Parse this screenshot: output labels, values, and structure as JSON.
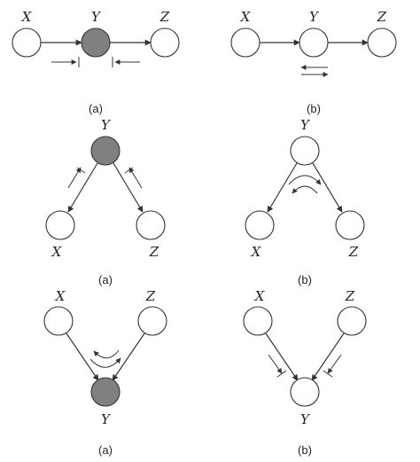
{
  "colors": {
    "node_observed": "#808080",
    "node_open": "#ffffff",
    "stroke": "#333333"
  },
  "panels": [
    {
      "id": "chain-observed",
      "caption": "(a)",
      "nodes": {
        "X": "X",
        "Y": "Y",
        "Z": "Z"
      },
      "y_observed": true
    },
    {
      "id": "chain-open",
      "caption": "(b)",
      "nodes": {
        "X": "X",
        "Y": "Y",
        "Z": "Z"
      },
      "y_observed": false
    },
    {
      "id": "fork-observed",
      "caption": "(a)",
      "nodes": {
        "X": "X",
        "Y": "Y",
        "Z": "Z"
      },
      "y_observed": true
    },
    {
      "id": "fork-open",
      "caption": "(b)",
      "nodes": {
        "X": "X",
        "Y": "Y",
        "Z": "Z"
      },
      "y_observed": false
    },
    {
      "id": "collider-observed",
      "caption": "(a)",
      "nodes": {
        "X": "X",
        "Y": "Y",
        "Z": "Z"
      },
      "y_observed": true
    },
    {
      "id": "collider-open",
      "caption": "(b)",
      "nodes": {
        "X": "X",
        "Y": "Y",
        "Z": "Z"
      },
      "y_observed": false
    }
  ]
}
